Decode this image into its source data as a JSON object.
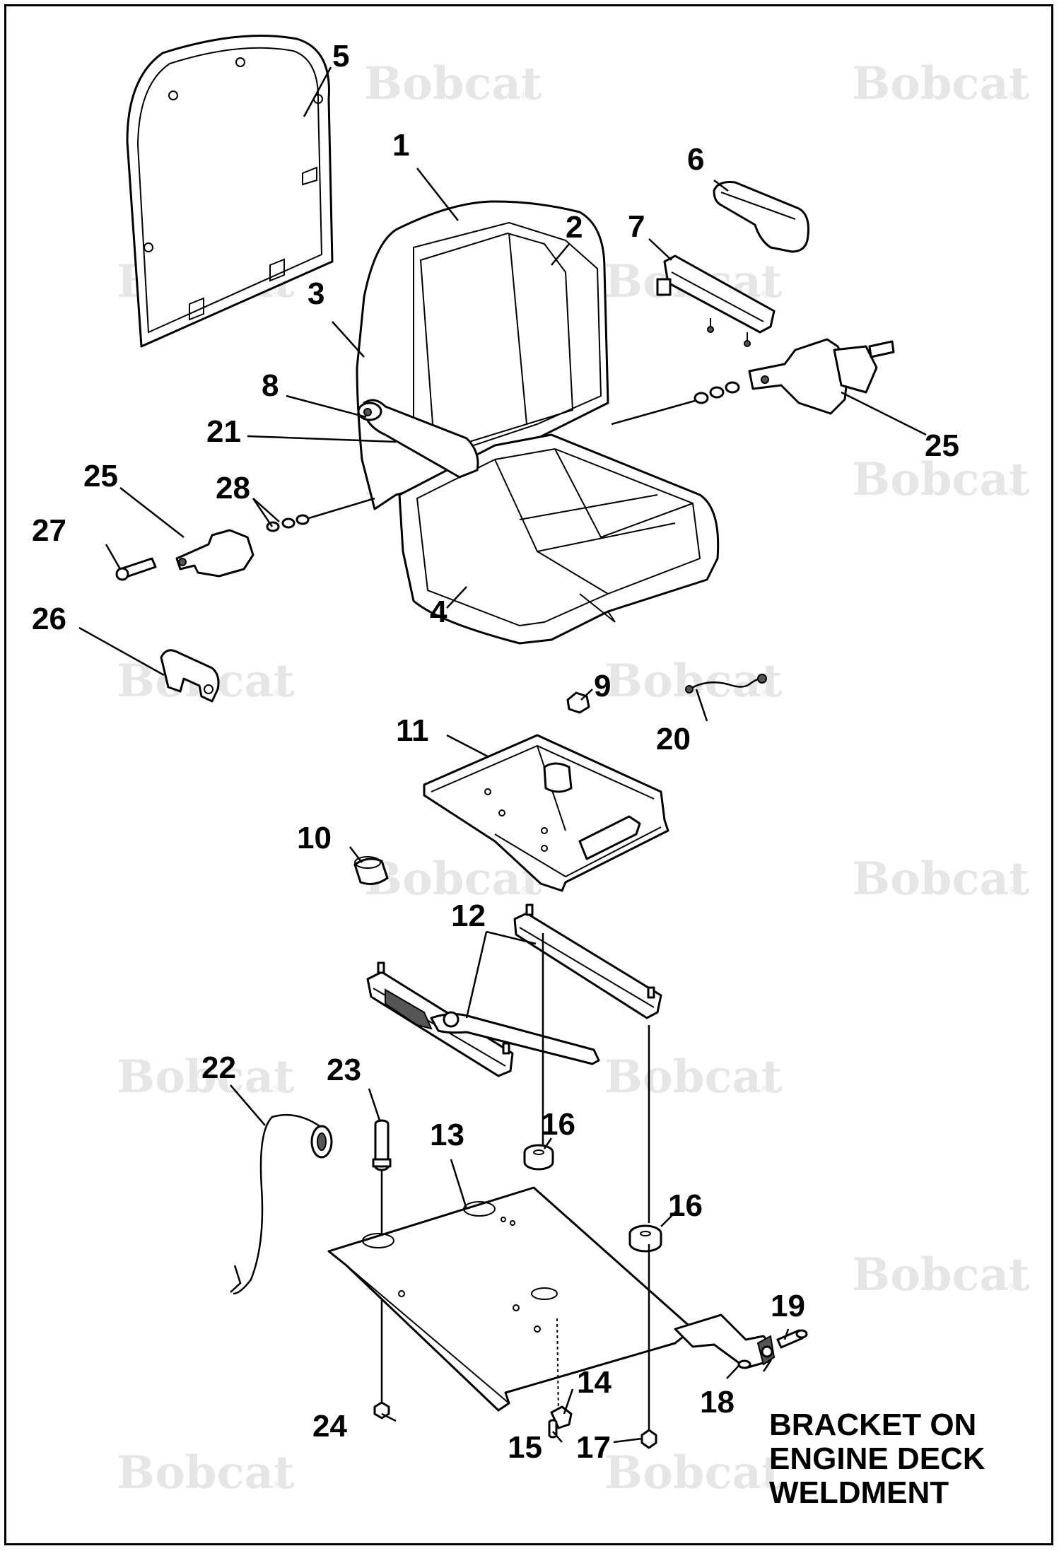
{
  "watermark": {
    "brand": "Bobcat",
    "reg": "®"
  },
  "callouts": {
    "c1": "1",
    "c2": "2",
    "c3": "3",
    "c4": "4",
    "c5": "5",
    "c6": "6",
    "c7": "7",
    "c8": "8",
    "c9": "9",
    "c10": "10",
    "c11": "11",
    "c12": "12",
    "c13": "13",
    "c14": "14",
    "c15": "15",
    "c16a": "16",
    "c16b": "16",
    "c17": "17",
    "c18": "18",
    "c19": "19",
    "c20": "20",
    "c21": "21",
    "c22": "22",
    "c23": "23",
    "c24": "24",
    "c25a": "25",
    "c25b": "25",
    "c26": "26",
    "c27": "27",
    "c28": "28"
  },
  "note": {
    "line1": "BRACKET ON",
    "line2": "ENGINE DECK",
    "line3": "WELDMENT"
  }
}
